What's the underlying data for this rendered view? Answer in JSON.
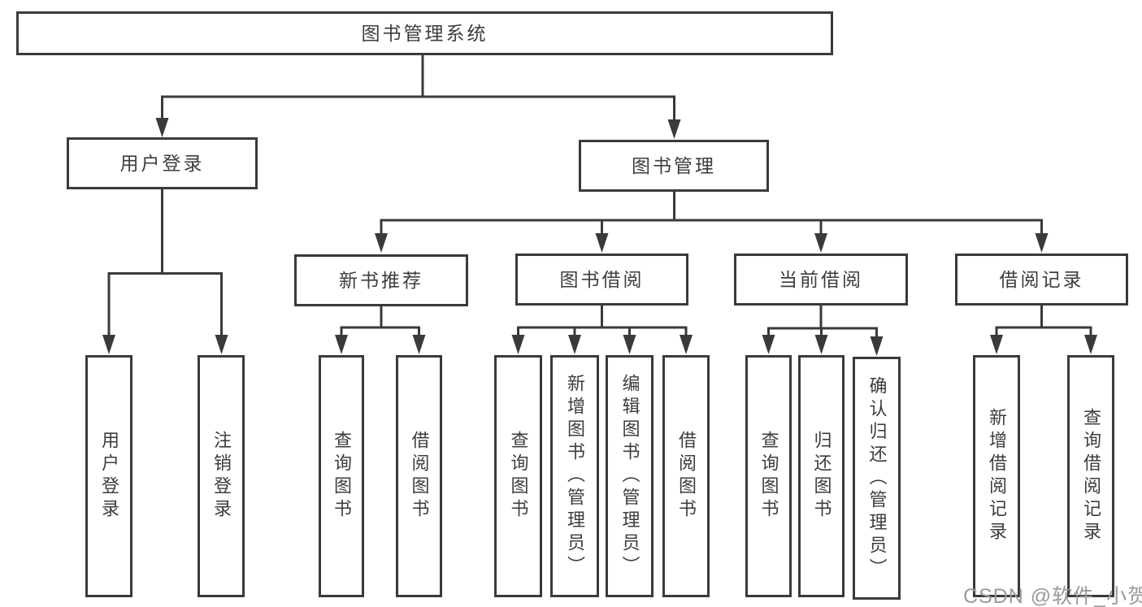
{
  "diagram": {
    "title": "图书管理系统",
    "colors": {
      "line": "#3a3a3a",
      "text": "#3d3d3d",
      "background": "#ffffff",
      "watermark": "#9a9a9a"
    },
    "watermark": "CSDN @软件_小贺同学",
    "nodes": {
      "root": "图书管理系统",
      "user_login": "用户登录",
      "book_mgmt": "图书管理",
      "user_login_action": "用户登录",
      "logout_action": "注销登录",
      "new_books": "新书推荐",
      "book_borrow": "图书借阅",
      "current_borrow": "当前借阅",
      "borrow_records": "借阅记录",
      "nb_query": "查询图书",
      "nb_borrow": "借阅图书",
      "bb_query": "查询图书",
      "bb_add": "新增图书（管理员）",
      "bb_edit": "编辑图书（管理员）",
      "bb_borrow": "借阅图书",
      "cb_query": "查询图书",
      "cb_return": "归还图书",
      "cb_confirm": "确认归还（管理员）",
      "br_add": "新增借阅记录",
      "br_query": "查询借阅记录"
    }
  }
}
